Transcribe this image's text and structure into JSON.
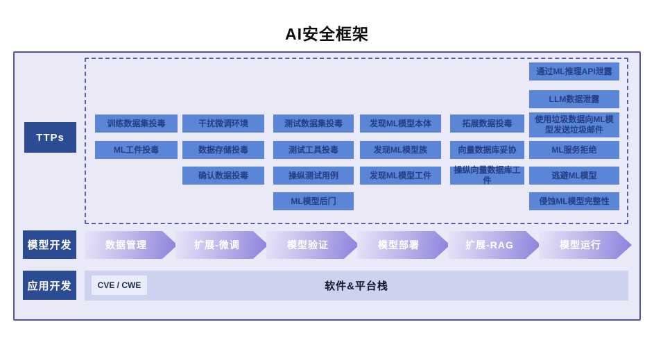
{
  "title": "AI安全框架",
  "side_labels": {
    "ttps": "TTPs",
    "model_dev": "模型开发",
    "app_dev": "应用开发"
  },
  "ttp": {
    "columns": [
      {
        "items": [
          {
            "label": "训练数据集投毒"
          },
          {
            "label": "ML工件投毒"
          }
        ]
      },
      {
        "items": [
          {
            "label": "干扰微调环境"
          },
          {
            "label": "数据存储投毒"
          },
          {
            "label": "确认数据投毒"
          }
        ]
      },
      {
        "items": [
          {
            "label": "测试数据集投毒"
          },
          {
            "label": "测试工具投毒"
          },
          {
            "label": "操纵测试用例"
          },
          {
            "label": "ML模型后门"
          }
        ]
      },
      {
        "items": [
          {
            "label": "发现ML模型本体"
          },
          {
            "label": "发现ML模型族"
          },
          {
            "label": "发现ML模型工件"
          }
        ]
      },
      {
        "items": [
          {
            "label": "拓展数据投毒"
          },
          {
            "label": "向量数据库妥协"
          },
          {
            "label": "操纵向量数据库工件"
          }
        ]
      },
      {
        "items": [
          {
            "label": "通过ML推理API泄露"
          },
          {
            "label": "LLM数据泄露"
          },
          {
            "label": "使用垃圾数据向ML模型发送垃圾邮件"
          },
          {
            "label": "ML服务拒绝"
          },
          {
            "label": "逃避ML模型"
          },
          {
            "label": "侵蚀ML模型完整性"
          }
        ]
      }
    ]
  },
  "pipeline": {
    "stages": [
      "数据管理",
      "扩展-微调",
      "模型验证",
      "模型部署",
      "扩展-RAG",
      "模型运行"
    ]
  },
  "app_row": {
    "cve_label": "CVE / CWE",
    "stack_label": "软件&平台栈"
  },
  "colors": {
    "frame_background": "#e9e9f8",
    "frame_border": "#5353a4",
    "dashed_border": "#5b5bb0",
    "ttp_box_background": "#5b86d7",
    "ttp_box_text": "#233e85",
    "side_label_background": "#2b4c92",
    "arrow_gradient_start": "#e8e4f7",
    "arrow_gradient_end": "#8a80dc",
    "app_bar_background": "#cdd3ef",
    "cve_box_background": "#eaedf9"
  }
}
